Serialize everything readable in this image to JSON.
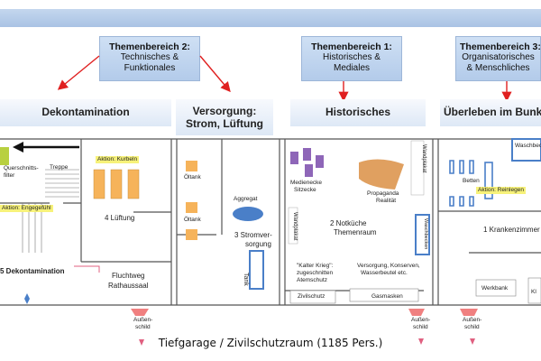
{
  "themes": [
    {
      "title": "Themenbereich 2:",
      "line1": "Technisches &",
      "line2": "Funktionales"
    },
    {
      "title": "Themenbereich 1:",
      "line1": "Historisches &",
      "line2": "Mediales"
    },
    {
      "title": "Themenbereich 3:",
      "line1": "Organisatorisches",
      "line2": "& Menschliches"
    }
  ],
  "sections": [
    {
      "label": "Dekontamination"
    },
    {
      "label": "Versorgung:",
      "label2": "Strom, Lüftung"
    },
    {
      "label": "Historisches"
    },
    {
      "label": "Überleben im Bunker"
    }
  ],
  "rooms": {
    "querschnittsfilter": "Querschnitts-filter",
    "treppe": "Treppe",
    "aktion_kurbeln": "Aktion: Kurbeln",
    "aktion_engegefuehl": "Aktion: Engegefühl",
    "lueftung": "4  Lüftung",
    "dekontamination": "5  Dekontamination",
    "fluchtweg": "Fluchtweg",
    "rathaussaal": "Rathaussaal",
    "oeltank1": "Öltank",
    "oeltank2": "Öltank",
    "aggregat": "Aggregat",
    "stromversorgung": "3  Stromver-",
    "stromversorgung2": "sorgung",
    "tank": "Tank",
    "medienecke": "Medienecke",
    "sitzecke": "Sitzecke",
    "propaganda": "Propaganda",
    "realitaet": "Realität",
    "wandplakat1": "Wandplakat",
    "wandplakat2": "Wandplakat",
    "waschbecken1": "Waschbecken",
    "notkueche": "2  Notküche",
    "themenraum": "Themenraum",
    "kalter_krieg1": "\"Kalter Krieg\":",
    "kalter_krieg2": "zugeschnitten",
    "kalter_krieg3": "Atemschutz",
    "versorgung1": "Versorgung, Konserven,",
    "versorgung2": "Wasserbeutel etc.",
    "zivilschutz": "Zivilschutz",
    "gasmasken": "Gasmasken",
    "waschbecken2": "Waschbecken",
    "betten": "Betten",
    "aktion_reinlegen": "Aktion: Reinlegen",
    "krankenzimmer": "1  Krankenzimmer",
    "werkbank": "Werkbank",
    "kl": "Kl"
  },
  "aussenschild": [
    "Außen-",
    "schild"
  ],
  "caption": "Tiefgarage / Zivilschutzraum (1185 Pers.)",
  "colors": {
    "band": "#c4d7ee",
    "accent_arrow": "#e02020",
    "yellow_tag": "#f7f27a",
    "purple": "#8e66b8",
    "orange": "#f6b35a",
    "blue": "#4a7fc8",
    "green": "#b8d040",
    "ochre": "#e0a060"
  }
}
